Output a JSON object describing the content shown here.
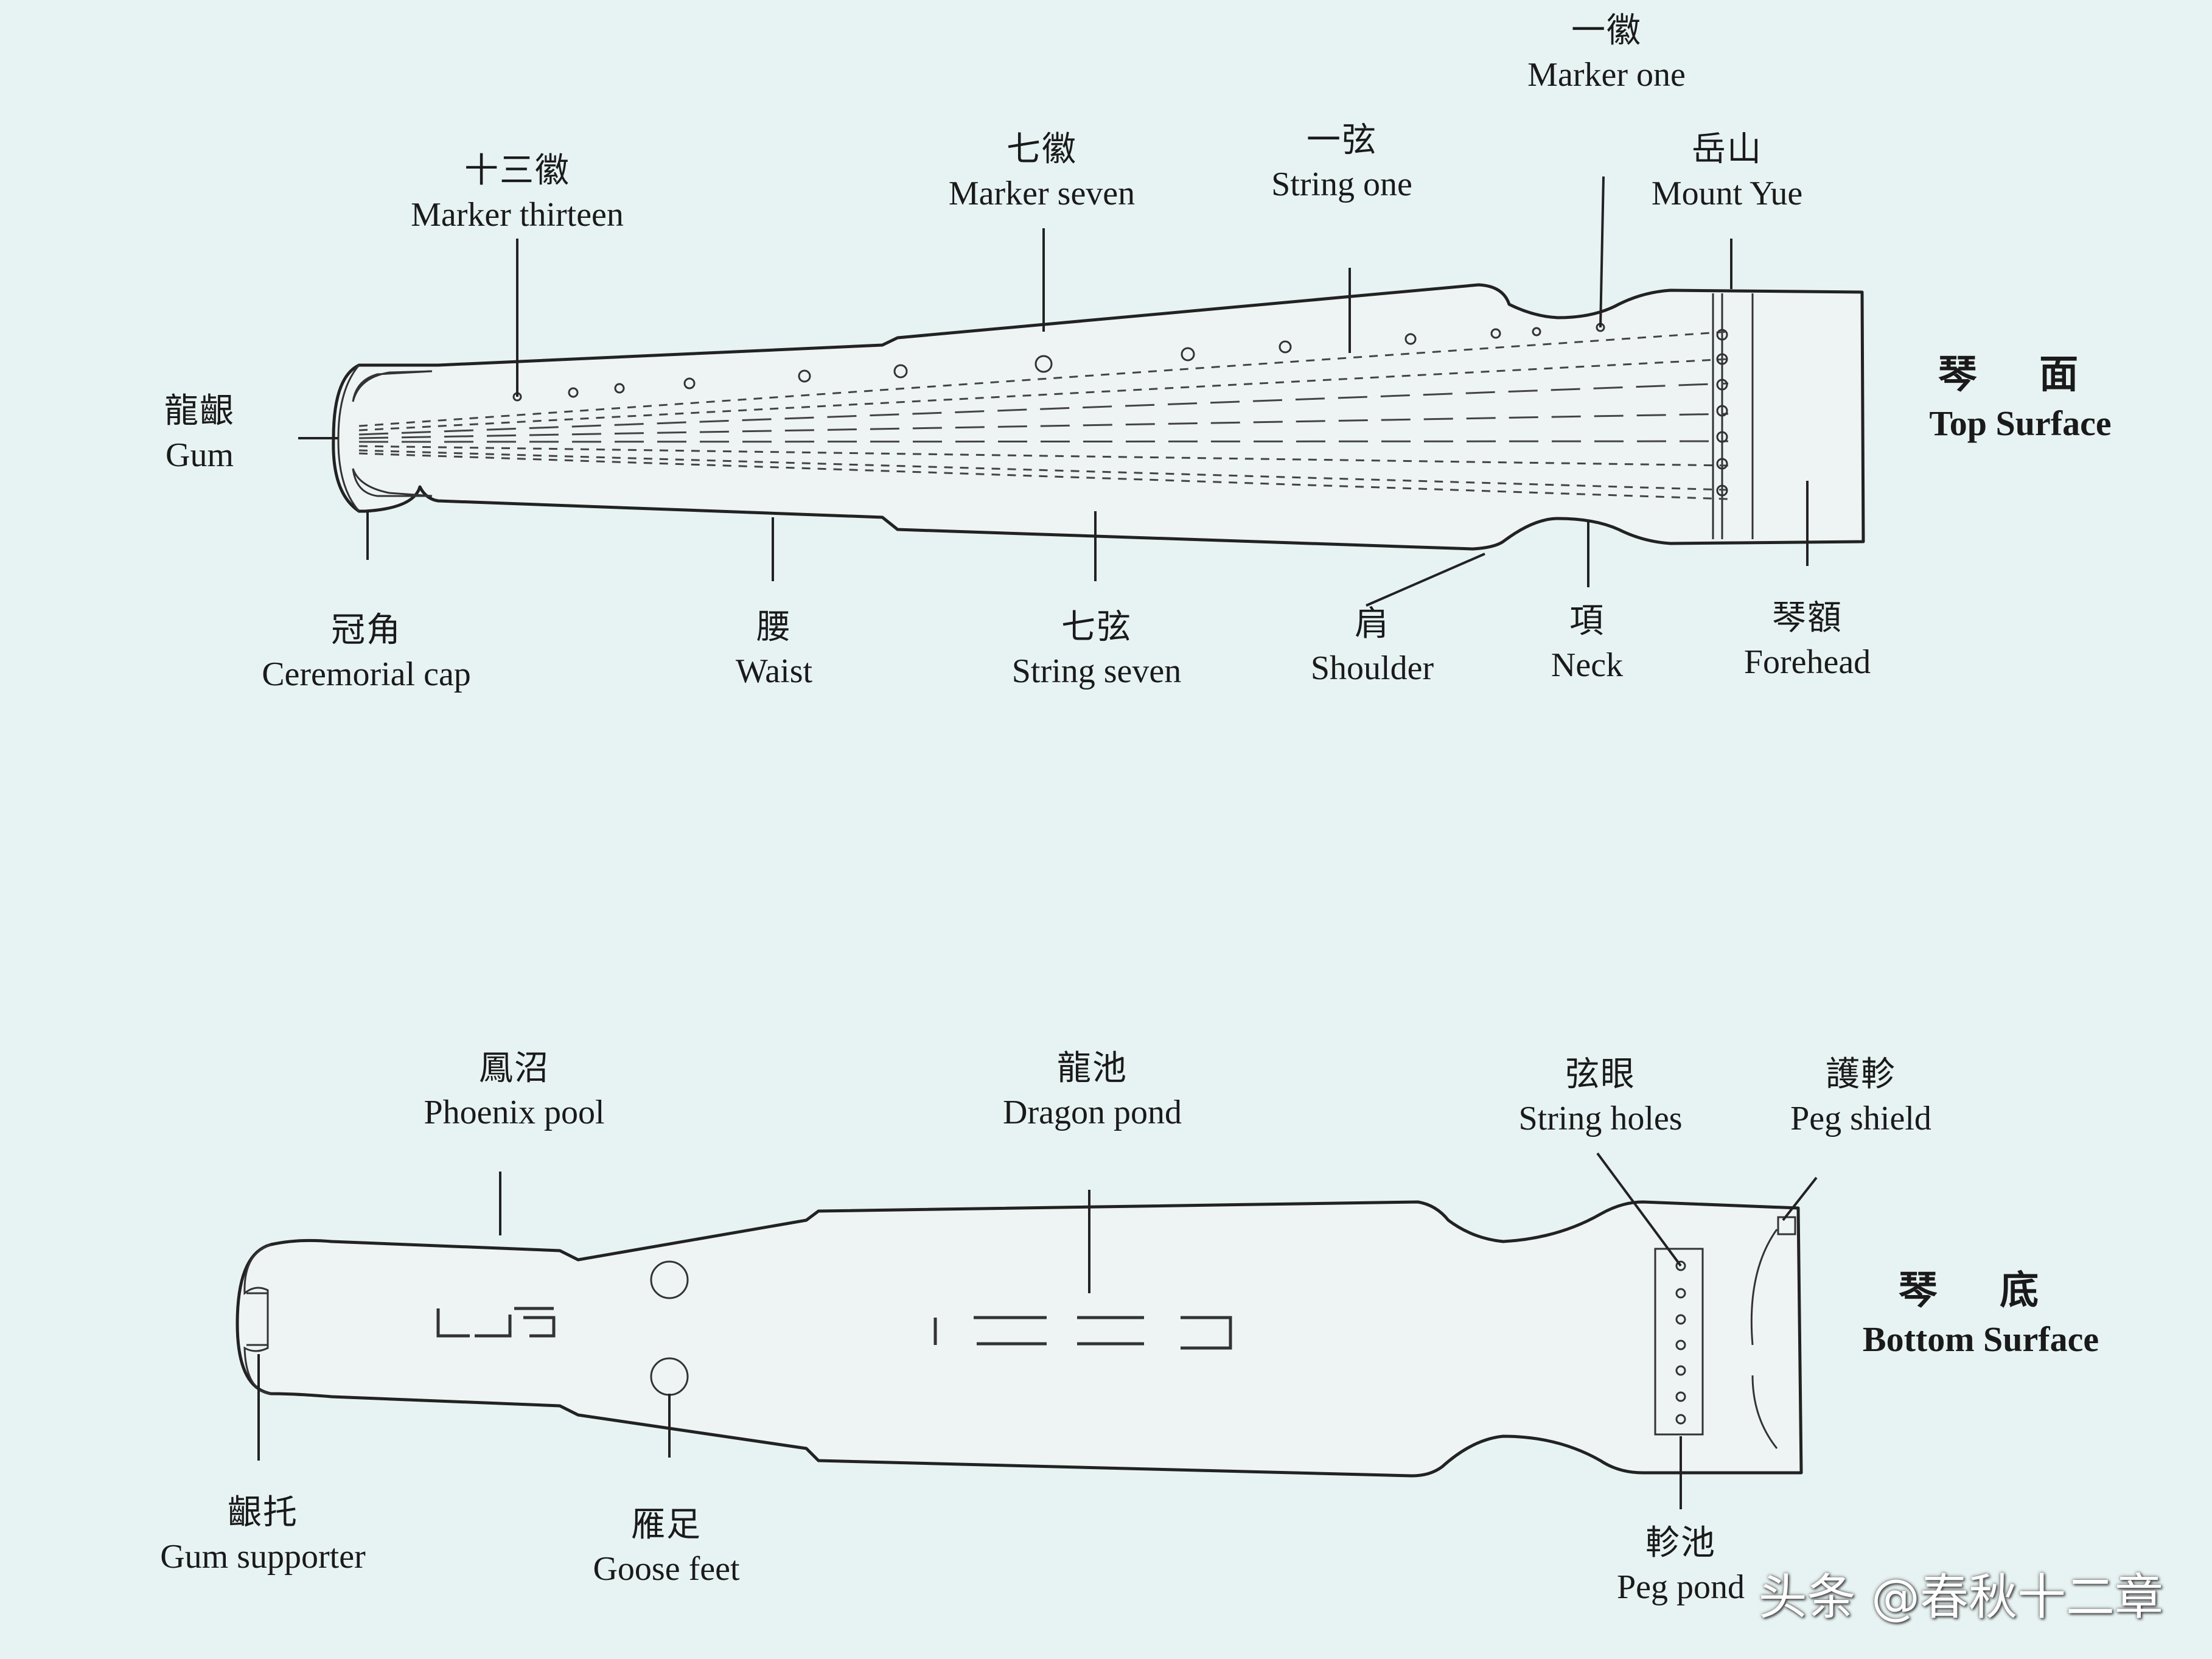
{
  "top": {
    "title": {
      "zh": "琴  面",
      "en": "Top Surface"
    },
    "labels": {
      "marker_one": {
        "zh": "一徽",
        "en": "Marker one"
      },
      "marker_thirteen": {
        "zh": "十三徽",
        "en": "Marker thirteen"
      },
      "marker_seven": {
        "zh": "七徽",
        "en": "Marker seven"
      },
      "string_one": {
        "zh": "一弦",
        "en": "String one"
      },
      "mount_yue": {
        "zh": "岳山",
        "en": "Mount Yue"
      },
      "gum": {
        "zh": "龍齦",
        "en": "Gum"
      },
      "ceremonial_cap": {
        "zh": "冠角",
        "en": "Ceremorial cap"
      },
      "waist": {
        "zh": "腰",
        "en": "Waist"
      },
      "string_seven": {
        "zh": "七弦",
        "en": "String seven"
      },
      "shoulder": {
        "zh": "肩",
        "en": "Shoulder"
      },
      "neck": {
        "zh": "項",
        "en": "Neck"
      },
      "forehead": {
        "zh": "琴額",
        "en": "Forehead"
      }
    }
  },
  "bottom": {
    "title": {
      "zh": "琴  底",
      "en": "Bottom Surface"
    },
    "labels": {
      "phoenix_pool": {
        "zh": "鳳沼",
        "en": "Phoenix pool"
      },
      "dragon_pond": {
        "zh": "龍池",
        "en": "Dragon pond"
      },
      "string_holes": {
        "zh": "弦眼",
        "en": "String holes"
      },
      "peg_shield": {
        "zh": "護軫",
        "en": "Peg shield"
      },
      "gum_supporter": {
        "zh": "齦托",
        "en": "Gum supporter"
      },
      "goose_feet": {
        "zh": "雁足",
        "en": "Goose feet"
      },
      "peg_pond": {
        "zh": "軫池",
        "en": "Peg pond"
      }
    }
  },
  "watermark": "头条 @春秋十二章"
}
